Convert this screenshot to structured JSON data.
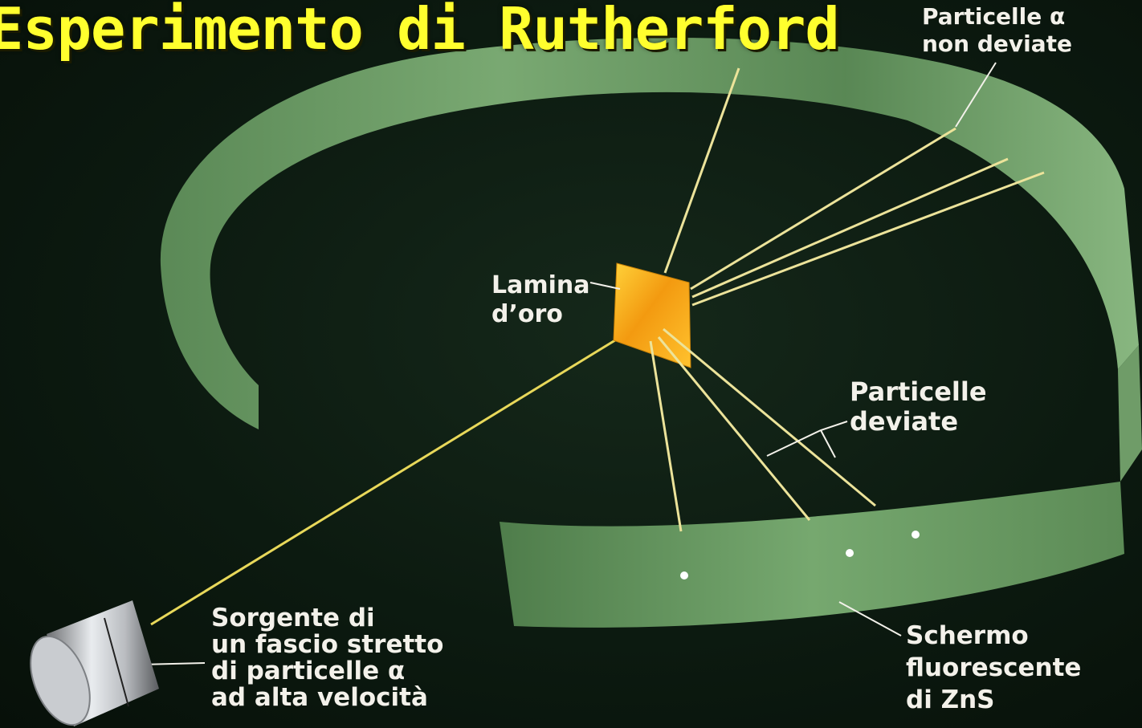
{
  "title": "Esperimento di Rutherford",
  "labels": {
    "undeflected": [
      "Particelle α",
      "non deviate"
    ],
    "foil": [
      "Lamina",
      "d’oro"
    ],
    "deflected": [
      "Particelle",
      "deviate"
    ],
    "source": [
      "Sorgente di",
      "un fascio stretto",
      "di particelle α",
      "ad alta velocità"
    ],
    "screen": [
      "Schermo",
      "fluorescente",
      "di ZnS"
    ]
  },
  "colors": {
    "background": "#0c1a10",
    "title": "#ffff2e",
    "ring": "#6f9c68",
    "ring_dark": "#3e6a3f",
    "beam": "#f1e36a",
    "gold_foil": "#f3a11b",
    "label_text": "#f3f1ea"
  }
}
